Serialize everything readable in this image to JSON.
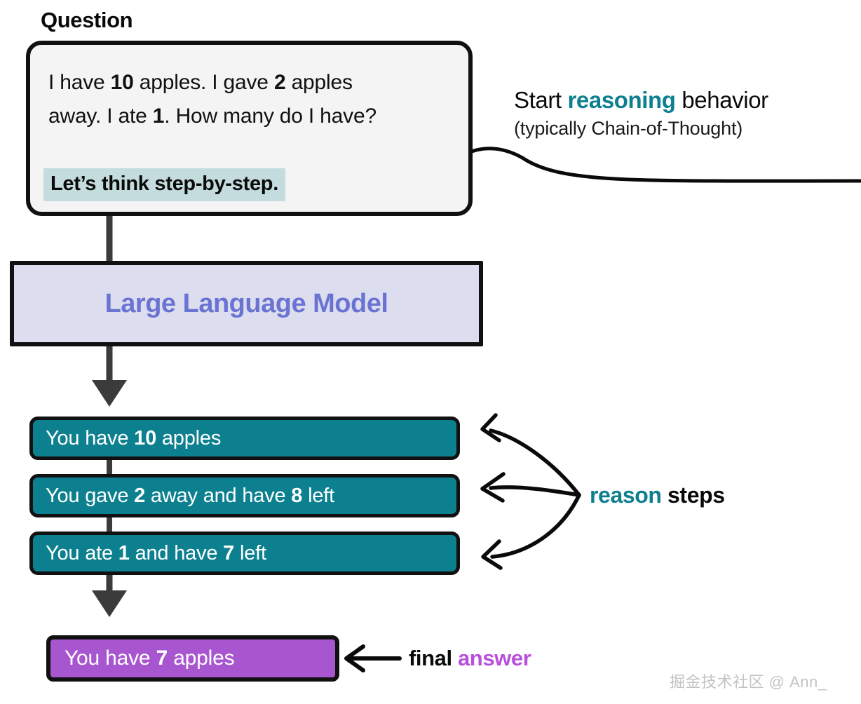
{
  "diagram": {
    "title_label": "Question",
    "question": {
      "line1_a": "I have ",
      "line1_b": "10",
      "line1_c": " apples. I gave ",
      "line1_d": "2",
      "line1_e": " apples",
      "line2_a": "away. I ate ",
      "line2_b": "1",
      "line2_c": ". How many do I have?",
      "hint": "Let’s think step-by-step."
    },
    "model": {
      "label": "Large Language Model"
    },
    "steps": [
      {
        "a": "You have ",
        "b": "10",
        "c": " apples"
      },
      {
        "a": "You gave ",
        "b": "2",
        "c": " away and have ",
        "d": "8",
        "e": " left"
      },
      {
        "a": "You ate ",
        "b": "1",
        "c": " and have ",
        "d": "7",
        "e": " left"
      }
    ],
    "final_answer": {
      "a": "You have ",
      "b": "7",
      "c": " apples"
    },
    "annotations": {
      "reasoning_line1_a": "Start ",
      "reasoning_line1_b": "reasoning",
      "reasoning_line1_c": " behavior",
      "reasoning_line2": "(typically Chain-of-Thought)",
      "reason_steps_a": "reason",
      "reason_steps_b": " steps",
      "final_a": "final ",
      "final_b": "answer"
    },
    "watermark": "掘金技术社区 @ Ann_",
    "colors": {
      "teal": "#0d8090",
      "teal_text": "#0d7f8f",
      "purple": "#a855d0",
      "purple_text": "#b84fdb",
      "periwinkle": "#6b73d2",
      "llm_bg": "#dcdeef",
      "highlight": "#c4dcde",
      "card_bg": "#f4f4f4",
      "outline": "#111111",
      "connector": "#3b3b3b"
    }
  }
}
